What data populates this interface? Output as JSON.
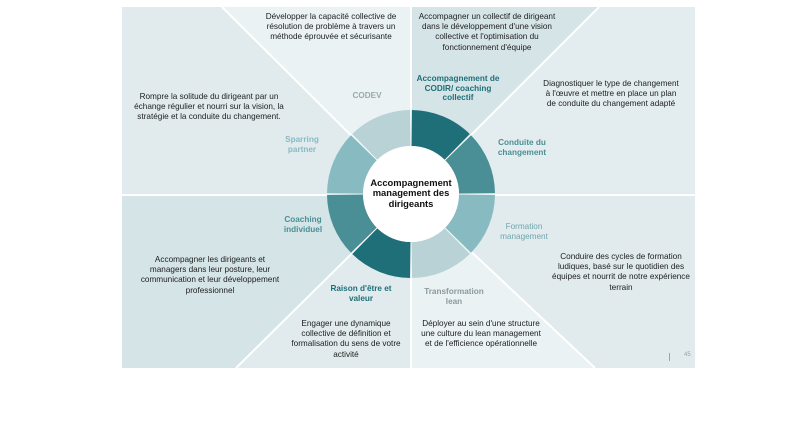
{
  "center_title": "Accompagnement management des dirigeants",
  "page_number": "45",
  "segments": [
    {
      "label": "Accompagnement de CODIR/ coaching collectif",
      "desc": "Accompagner un collectif de dirigeant dans le développement d'une vision collective et l'optimisation du fonctionnement d'équipe"
    },
    {
      "label": "Conduite du changement",
      "desc": "Diagnostiquer le type de changement à l'œuvre et mettre en place un plan de conduite du changement adapté"
    },
    {
      "label": "Formation management",
      "desc": "Conduire des cycles de formation ludiques, basé sur le quotidien des équipes et nourrit de notre expérience terrain"
    },
    {
      "label": "Transformation lean",
      "desc": "Déployer au sein d'une structure une culture du lean management et de l'efficience opérationnelle"
    },
    {
      "label": "Raison d'être et valeur",
      "desc": "Engager une dynamique collective de définition et formalisation du sens de votre activité"
    },
    {
      "label": "Coaching individuel",
      "desc": "Accompagner les dirigeants et managers dans leur posture, leur communication et leur développement professionnel"
    },
    {
      "label": "Sparring partner",
      "desc": "Rompre la solitude du dirigeant par un échange régulier et nourri sur la vision, la stratégie et la conduite du changement."
    },
    {
      "label": "CODEV",
      "desc": "Développer la capacité collective de résolution de problème à travers un méthode éprouvée et sécurisante"
    }
  ],
  "colors": {
    "dark_teal": "#1e6f78",
    "mid_teal": "#4a8f96",
    "light_teal": "#87bac1",
    "pale_teal": "#b8d2d6",
    "panel_light": "#e2ecee",
    "panel_mid": "#d6e5e8",
    "panel_center": "#e9f0f2"
  }
}
